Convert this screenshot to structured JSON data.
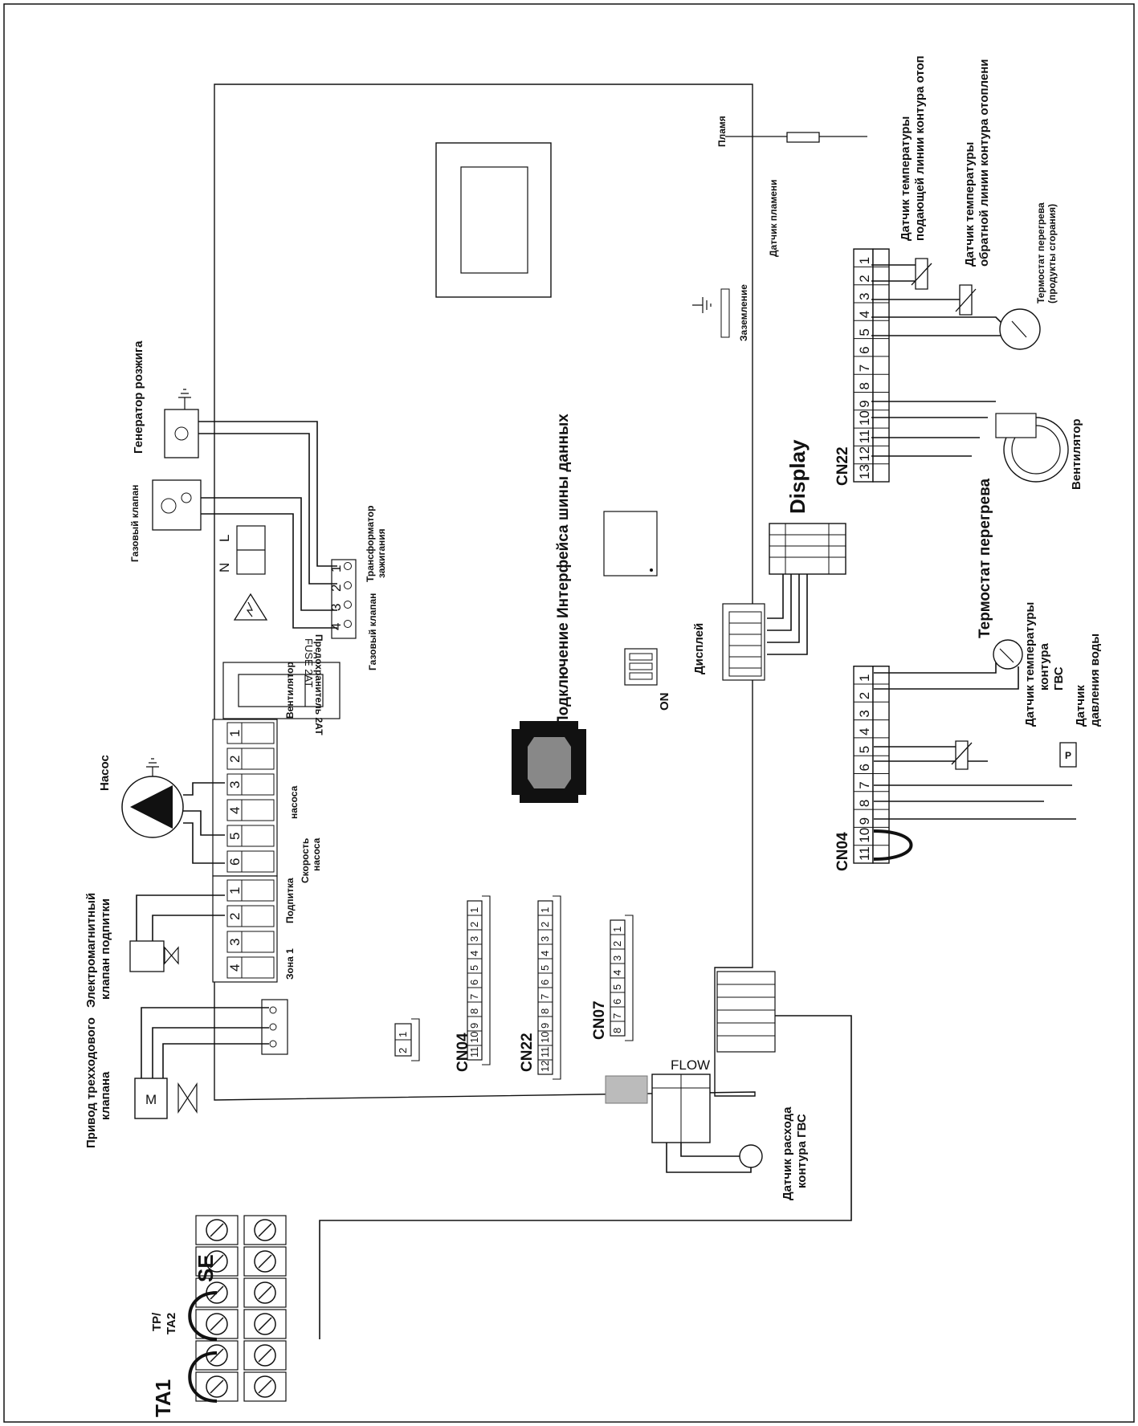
{
  "labels": {
    "three_way_valve": [
      "Привод трехходового",
      "клапана"
    ],
    "solenoid_fill": [
      "Электромагнитный",
      "клапан подпитки"
    ],
    "pump": "Насос",
    "ignition_generator": "Генератор розжига",
    "gas_valve_top": "Газовый клапан",
    "ignition_transformer": [
      "Трансформатор",
      "зажигания"
    ],
    "gas_valve_bottom": "Газовый клапан",
    "fuse": "FUSE 2AT",
    "fuse_ru": "Предохранитель 2АТ",
    "fan_label_left": "Вентилятор",
    "pump_speed": [
      "Скорость",
      "насоса"
    ],
    "zone1": "Зона 1",
    "fill": "Подпитка",
    "bus_interface": "Подключение Интерфейса шины данных",
    "on": "ON",
    "display_ru": "Дисплей",
    "display_en": "Display",
    "flow": "FLOW",
    "flow_sensor": [
      "Датчик расхода",
      "контура ГВС"
    ],
    "flame": "Пламя",
    "flame_sensor": "Датчик пламени",
    "ground": "Заземление",
    "supply_temp_sensor": [
      "Датчик температуры",
      "подающей линии контура отоп"
    ],
    "return_temp_sensor": [
      "Датчик температуры",
      "обратной линии контура отоплени"
    ],
    "overheat_thermostat_flue": [
      "Термостат перегрева",
      "(продукты сгорания)"
    ],
    "fan": "Вентилятор",
    "overheat_thermostat": "Термостат перегрева",
    "dhw_temp_sensor": [
      "Датчик температуры",
      "контура",
      "ГВС"
    ],
    "water_pressure_sensor": [
      "Датчик",
      "давления воды"
    ],
    "motor": "M",
    "pressure_p": "P",
    "L": "L",
    "N": "N",
    "terminal_TA1": "TA1",
    "terminal_TP_TA2": [
      "TP/",
      "TA2"
    ],
    "terminal_SE": "SE"
  },
  "connectors": {
    "cn22_right": {
      "name": "CN22",
      "pins": [
        "13",
        "12",
        "11",
        "10",
        "9",
        "8",
        "7",
        "6",
        "5",
        "4",
        "3",
        "2",
        "1"
      ]
    },
    "cn04_right": {
      "name": "CN04",
      "pins": [
        "11",
        "10",
        "9",
        "8",
        "7",
        "6",
        "5",
        "4",
        "3",
        "2",
        "1"
      ]
    },
    "cn04_board": {
      "name": "CN04",
      "pins": [
        "11",
        "10",
        "9",
        "8",
        "7",
        "6",
        "5",
        "4",
        "3",
        "2",
        "1"
      ]
    },
    "cn22_board": {
      "name": "CN22",
      "pins": [
        "12",
        "11",
        "10",
        "9",
        "8",
        "7",
        "6",
        "5",
        "4",
        "3",
        "2",
        "1"
      ]
    },
    "cn07_board": {
      "name": "CN07",
      "pins": [
        "8",
        "7",
        "6",
        "5",
        "4",
        "3",
        "2",
        "1"
      ]
    },
    "small_2pin": {
      "pins": [
        "2",
        "1"
      ]
    },
    "transformer_pins": [
      "1",
      "2",
      "3",
      "4"
    ],
    "left_block_a": [
      "1",
      "2",
      "3",
      "4",
      "5",
      "6"
    ],
    "left_block_b": [
      "1",
      "2",
      "3",
      "4"
    ]
  }
}
